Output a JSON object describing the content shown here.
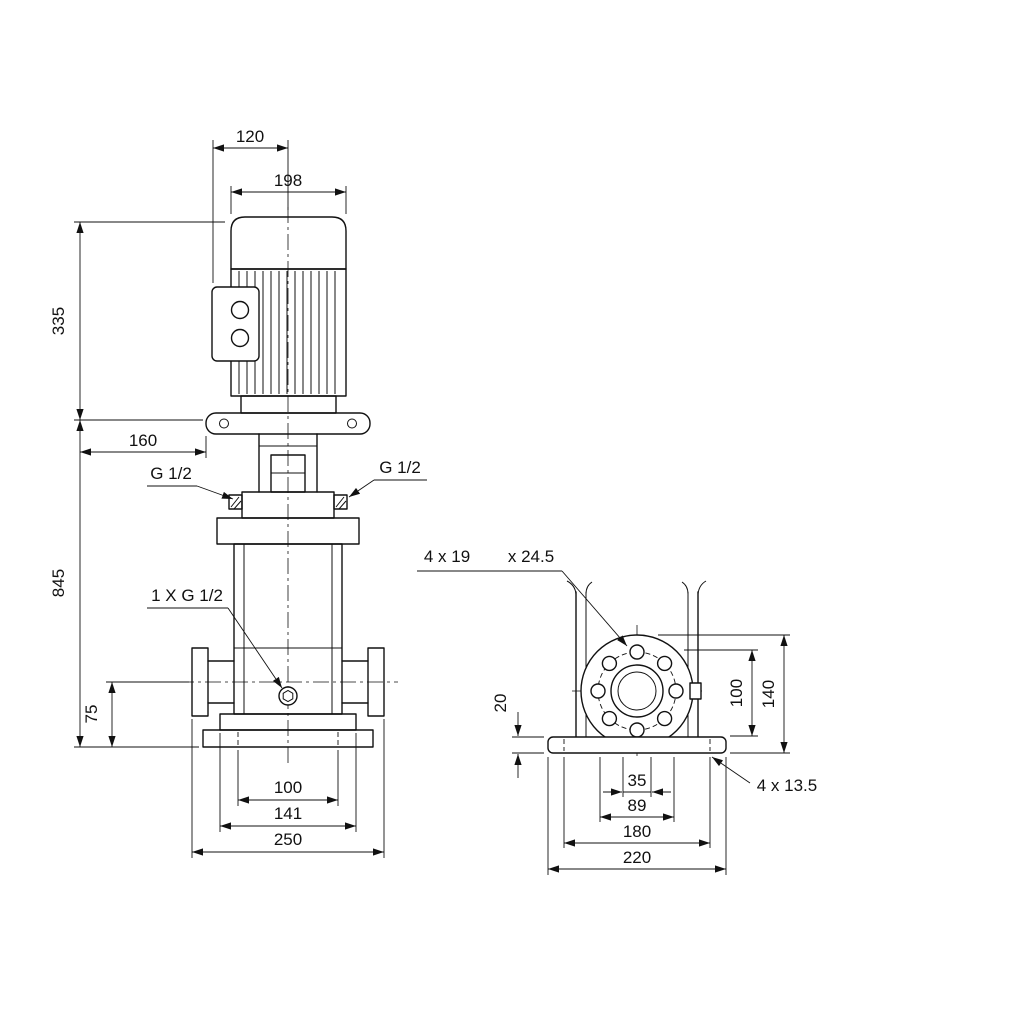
{
  "colors": {
    "line": "#111111",
    "background": "#ffffff"
  },
  "views": {
    "front": {
      "dim_120": "120",
      "dim_198": "198",
      "dim_335": "335",
      "dim_160": "160",
      "plug_left": "G 1/2",
      "plug_right": "G 1/2",
      "dim_845": "845",
      "drain": "1 X G 1/2",
      "dim_75": "75",
      "dim_100": "100",
      "dim_141": "141",
      "dim_250": "250"
    },
    "side": {
      "flange_label_a": "4 x 19",
      "flange_label_b": "x 24.5",
      "dim_20": "20",
      "dim_100": "100",
      "dim_140": "140",
      "dim_35": "35",
      "dim_89": "89",
      "dim_180": "180",
      "dim_220": "220",
      "base_holes": "4 x 13.5"
    }
  }
}
